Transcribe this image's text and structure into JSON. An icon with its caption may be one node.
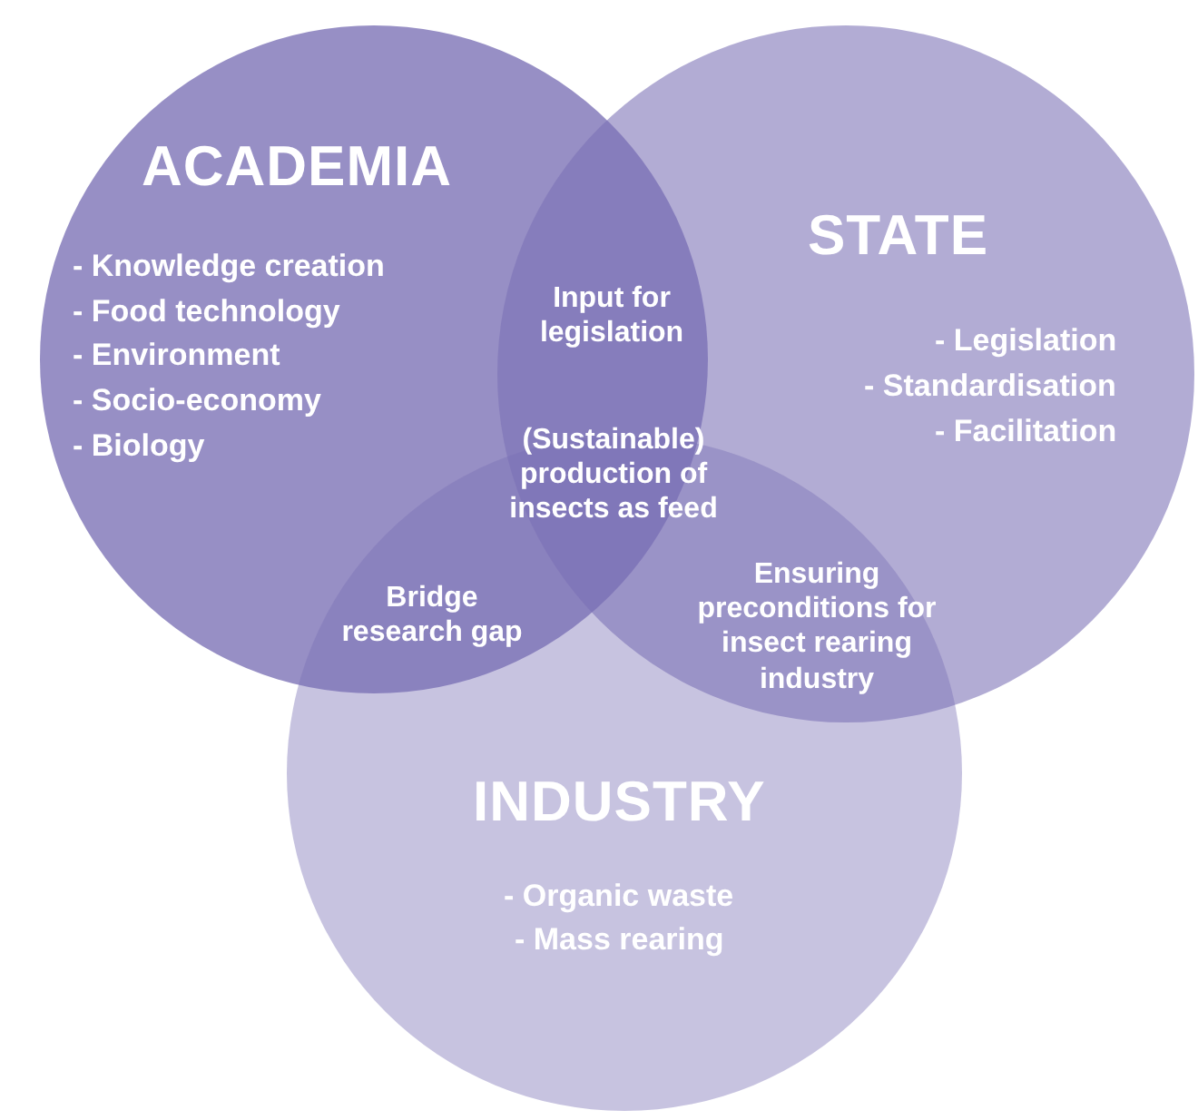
{
  "diagram": {
    "nodes": [
      {
        "text": [
          "ACADEMIA",
          "- Knowledge creation",
          "- Food technology",
          "- Environment",
          "- Socio-economy",
          "- Biology"
        ]
      },
      {
        "text": [
          "STATE",
          "- Legislation",
          "- Standardisation",
          "- Facilitation"
        ]
      },
      {
        "text": [
          "INDUSTRY",
          "- Organic waste",
          "- Mass rearing"
        ]
      },
      {
        "text": [
          "Input for legislation"
        ]
      },
      {
        "text": [
          "(Sustainable) production of insects as feed"
        ]
      },
      {
        "text": [
          "Bridge research gap"
        ]
      },
      {
        "text": [
          "Ensuring preconditions for insect rearing industry"
        ]
      }
    ],
    "edges": []
  }
}
